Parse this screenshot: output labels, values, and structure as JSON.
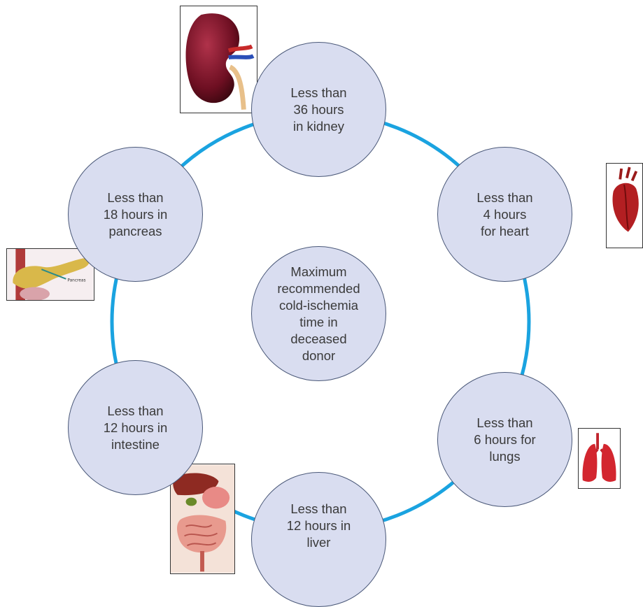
{
  "diagram": {
    "ring_color": "#1aa3e0",
    "node_fill": "#d9ddf0",
    "center": {
      "lines": [
        "Maximum",
        "recommended",
        "cold-ischemia",
        "time in",
        "deceased",
        "donor"
      ]
    },
    "nodes": [
      {
        "id": "kidney",
        "lines": [
          "Less than",
          "36 hours",
          "in kidney"
        ],
        "icon": "kidney-icon"
      },
      {
        "id": "heart",
        "lines": [
          "Less than",
          "4 hours",
          "for heart"
        ],
        "icon": "heart-icon"
      },
      {
        "id": "lungs",
        "lines": [
          "Less than",
          "6 hours for",
          "lungs"
        ],
        "icon": "lungs-icon"
      },
      {
        "id": "liver",
        "lines": [
          "Less than",
          "12 hours in",
          "liver"
        ],
        "icon": "liver-intestine-icon"
      },
      {
        "id": "intestine",
        "lines": [
          "Less than",
          "12 hours in",
          "intestine"
        ],
        "icon": "liver-intestine-icon"
      },
      {
        "id": "pancreas",
        "lines": [
          "Less than",
          "18 hours in",
          "pancreas"
        ],
        "icon": "pancreas-icon"
      }
    ],
    "pancreas_image_label": "Pancreas"
  }
}
